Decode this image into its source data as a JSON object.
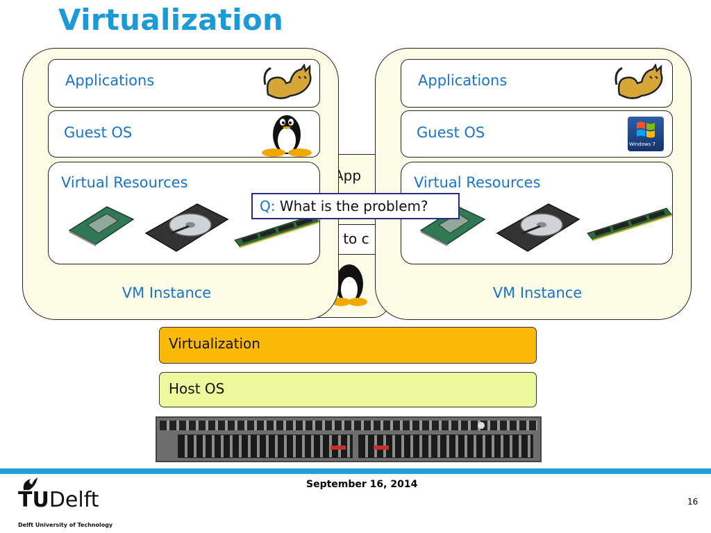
{
  "slide": {
    "title": "Virtualization",
    "date": "September 16, 2014",
    "page_number": "16"
  },
  "vm_left": {
    "applications_label": "Applications",
    "guest_os_label": "Guest OS",
    "virtual_resources_label": "Virtual Resources",
    "vm_instance_label": "VM Instance"
  },
  "vm_right": {
    "applications_label": "Applications",
    "guest_os_label": "Guest OS",
    "virtual_resources_label": "Virtual Resources",
    "vm_instance_label": "VM Instance",
    "windows_badge": "Windows 7"
  },
  "behind_card": {
    "fragment_top": "App",
    "fragment_mid": "t to c"
  },
  "question": {
    "prefix": "Q:",
    "text": " What is the problem?"
  },
  "host_stack": {
    "virtualization_label": "Virtualization",
    "virtualization_color": "#fbb909",
    "host_os_label": "Host OS",
    "host_os_color": "#edf79c"
  },
  "logo": {
    "tu": "TU",
    "delft": "Delft",
    "subtitle": "Delft University of Technology"
  },
  "colors": {
    "title": "#1c9ad6",
    "label_blue": "#1a74c6",
    "footer_bar": "#20a0d8",
    "vm_fill": "#fcfce6"
  }
}
